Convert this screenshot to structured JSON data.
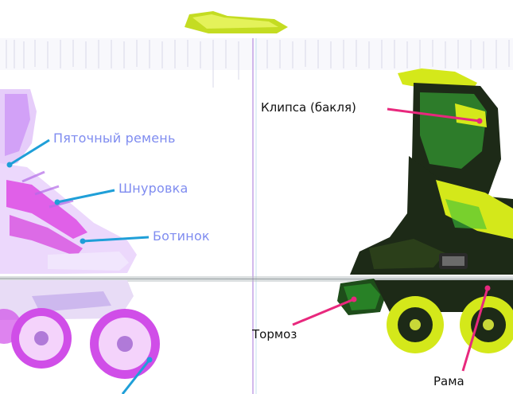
{
  "callouts": {
    "heel_strap": "Пяточный ремень",
    "lacing": "Шнуровка",
    "boot": "Ботинок",
    "clip": "Клипса (бакля)",
    "brake": "Тормоз",
    "frame": "Рама"
  },
  "colors": {
    "left_label": "#7f8cf0",
    "left_pointer": "#1f9fd8",
    "right_pointer": "#e8287d",
    "right_label": "#111111",
    "left_skate_accent": "#d946ef",
    "right_skate_accent": "#d4e81a",
    "right_skate_body": "#1d2a17",
    "right_skate_pattern": "#3bbf3b"
  },
  "icons": [
    "inline-skate-pink-icon",
    "inline-skate-green-icon"
  ]
}
